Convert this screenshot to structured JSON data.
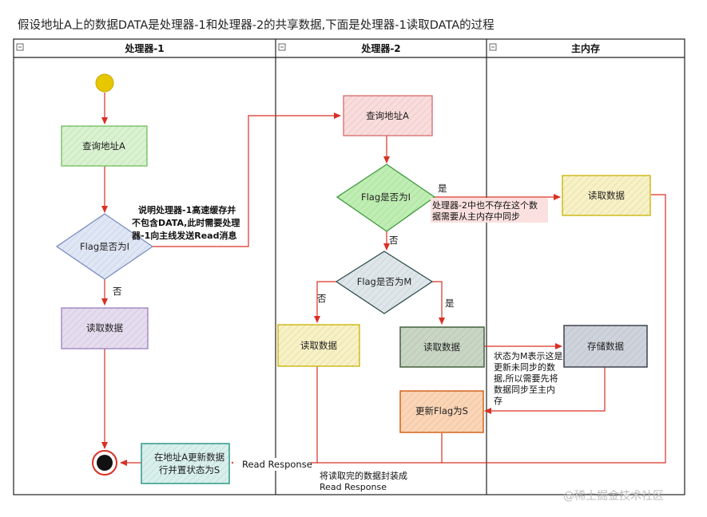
{
  "title": "假设地址A上的数据DATA是处理器-1和处理器-2的共享数据,下面是处理器-1读取DATA的过程",
  "lanes": {
    "p1": "处理器-1",
    "p2": "处理器-2",
    "mem": "主内存"
  },
  "nodes": {
    "p1_query": "查询地址A",
    "p1_flag": "Flag是否为I",
    "p1_read": "读取数据",
    "p1_update_line1": "在地址A更新数据",
    "p1_update_line2": "行并置状态为S",
    "p2_query": "查询地址A",
    "p2_flag_i": "Flag是否为I",
    "p2_flag_m": "Flag是否为M",
    "p2_read_left": "读取数据",
    "p2_read_right": "读取数据",
    "p2_update_flag": "更新Flag为S",
    "mem_read": "读取数据",
    "mem_store": "存储数据"
  },
  "labels": {
    "yes": "是",
    "no": "否",
    "read_response": "Read Response"
  },
  "notes": {
    "p1_miss": [
      "说明处理器-1高速缓存并",
      "不包含DATA,此时需要处理",
      "器-1向主线发送Read消息"
    ],
    "p2_miss": [
      "处理器-2中也不存在这个数",
      "据需要从主内存中同步"
    ],
    "state_m": [
      "状态为M表示这是",
      "更新未同步的数",
      "据,所以需要先将",
      "数据同步至主内",
      "存"
    ],
    "pack": [
      "将读取完的数据封装成",
      "Read Response"
    ]
  },
  "watermark": "@稀土掘金技术社区",
  "colors": {
    "arrow": "#d93025",
    "start": "#e6c700",
    "green_fill": "#d9f2d0",
    "green_stroke": "#6fbf5a",
    "blue_fill": "#dfe6f5",
    "blue_stroke": "#7d8fc2",
    "purple_fill": "#e5dcef",
    "purple_stroke": "#9b7fbf",
    "teal_fill": "#d8f0ec",
    "teal_stroke": "#2d9a8a",
    "red_fill": "#fadcdc",
    "red_stroke": "#d96b6b",
    "yellow_fill": "#f8f1c4",
    "yellow_stroke": "#c9b200",
    "dkgreen_fill": "#c9d6c4",
    "dkgreen_stroke": "#45603e",
    "dkgray_fill": "#cfd3dc",
    "dkgray_stroke": "#3e4452",
    "orange_fill": "#fbd5b5",
    "orange_stroke": "#d6651d",
    "lime_fill": "#bfeeb2",
    "lime_stroke": "#3d9a3d",
    "note_bg": "#fbe0e0"
  }
}
